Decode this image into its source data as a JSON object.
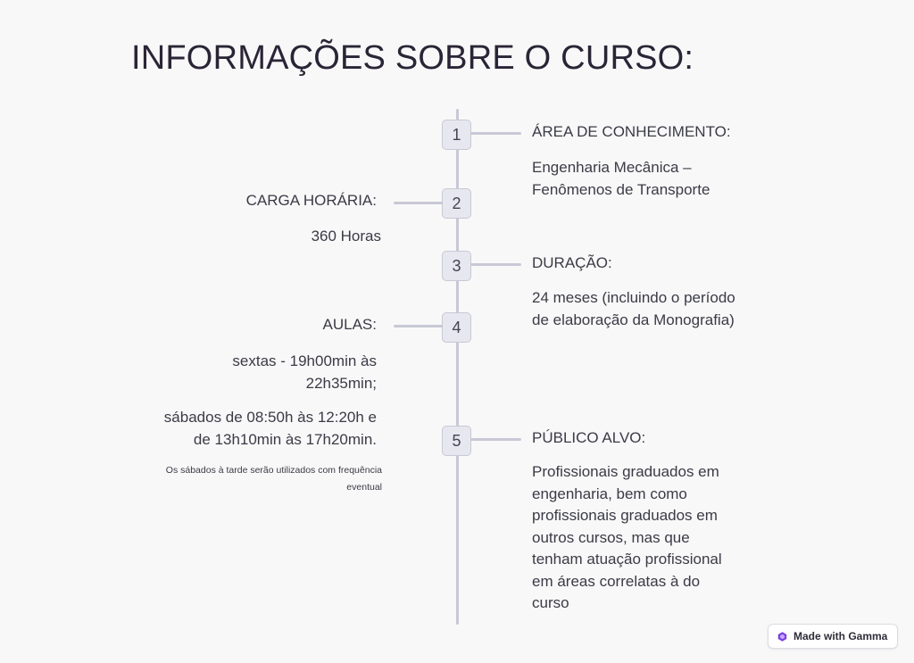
{
  "title": "INFORMAÇÕES SOBRE O CURSO:",
  "items": [
    {
      "number": "1",
      "heading": "ÁREA DE CONHECIMENTO:",
      "body": [
        "Engenharia Mecânica –",
        "Fenômenos de Transporte"
      ]
    },
    {
      "number": "2",
      "heading": "CARGA HORÁRIA:",
      "body": [
        "360 Horas"
      ]
    },
    {
      "number": "3",
      "heading": "DURAÇÃO:",
      "body": [
        "24 meses (incluindo o período",
        "de elaboração da Monografia)"
      ]
    },
    {
      "number": "4",
      "heading": "AULAS:",
      "body": [
        "sextas - 19h00min às",
        "22h35min;"
      ],
      "body2": [
        "sábados de 08:50h às 12:20h e",
        "de 13h10min às 17h20min."
      ],
      "note": [
        "Os sábados à tarde serão utilizados com frequência",
        "eventual"
      ]
    },
    {
      "number": "5",
      "heading": "PÚBLICO ALVO:",
      "body": [
        "Profissionais graduados em",
        "engenharia, bem como",
        "profissionais graduados em",
        "outros cursos, mas que",
        "tenham atuação profissional",
        "em áreas correlatas à do",
        "curso"
      ]
    }
  ],
  "badge": {
    "label": "Made with Gamma",
    "icon": "gamma-logo-icon",
    "color": "#7b3fe4"
  },
  "colors": {
    "background": "#f8f8f8",
    "line": "#c9c8d6",
    "step_fill": "#e7e7ef",
    "text": "#3b3b47"
  }
}
